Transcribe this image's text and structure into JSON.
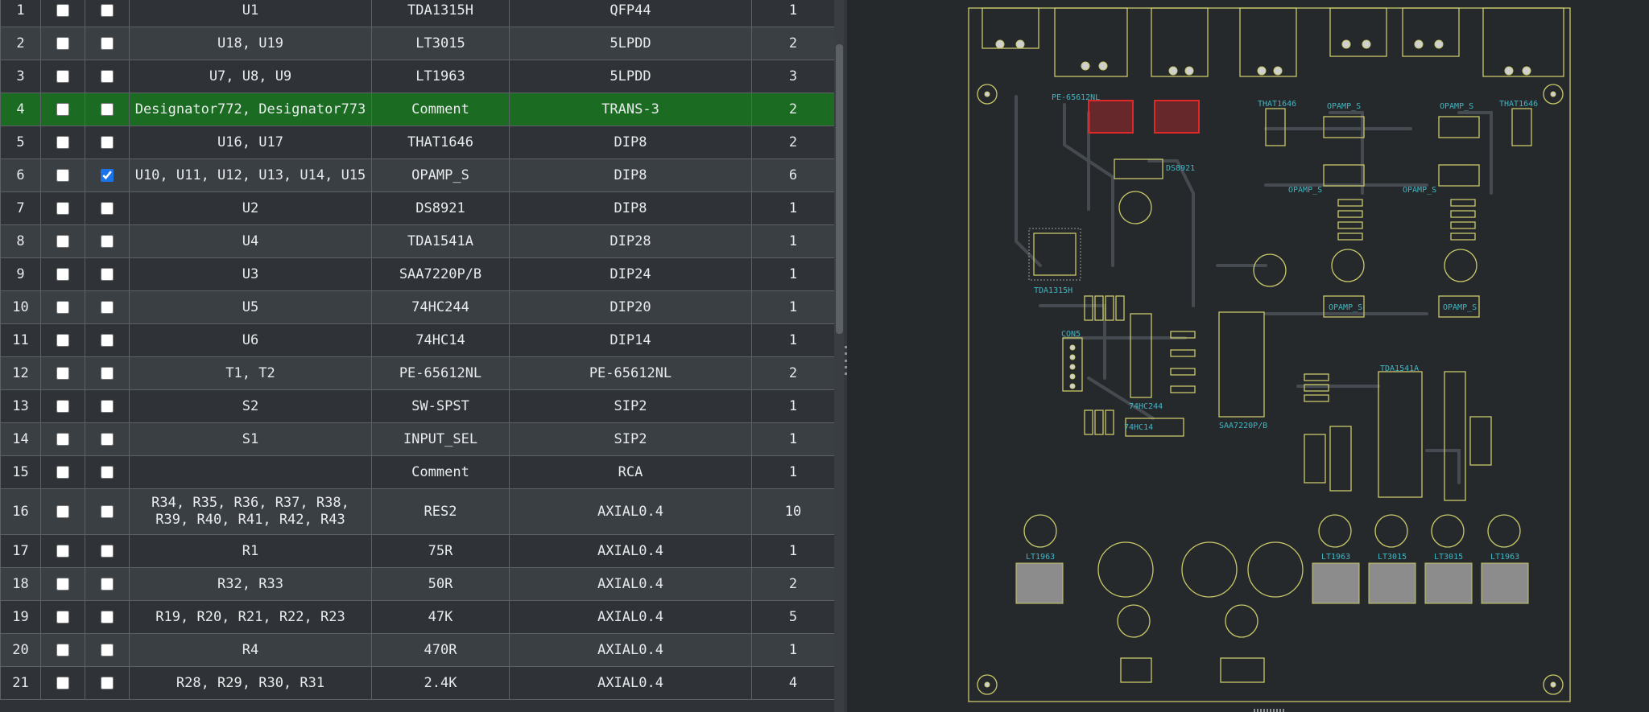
{
  "bom_table": {
    "rows": [
      {
        "id": "1",
        "designators": "U1",
        "comment": "TDA1315H",
        "footprint": "QFP44",
        "quantity": "1",
        "checked_a": false,
        "checked_b": false,
        "highlight": false
      },
      {
        "id": "2",
        "designators": "U18, U19",
        "comment": "LT3015",
        "footprint": "5LPDD",
        "quantity": "2",
        "checked_a": false,
        "checked_b": false,
        "highlight": false
      },
      {
        "id": "3",
        "designators": "U7, U8, U9",
        "comment": "LT1963",
        "footprint": "5LPDD",
        "quantity": "3",
        "checked_a": false,
        "checked_b": false,
        "highlight": false
      },
      {
        "id": "4",
        "designators": "Designator772, Designator773",
        "comment": "Comment",
        "footprint": "TRANS-3",
        "quantity": "2",
        "checked_a": false,
        "checked_b": false,
        "highlight": true
      },
      {
        "id": "5",
        "designators": "U16, U17",
        "comment": "THAT1646",
        "footprint": "DIP8",
        "quantity": "2",
        "checked_a": false,
        "checked_b": false,
        "highlight": false
      },
      {
        "id": "6",
        "designators": "U10, U11, U12, U13, U14, U15",
        "comment": "OPAMP_S",
        "footprint": "DIP8",
        "quantity": "6",
        "checked_a": false,
        "checked_b": true,
        "highlight": false
      },
      {
        "id": "7",
        "designators": "U2",
        "comment": "DS8921",
        "footprint": "DIP8",
        "quantity": "1",
        "checked_a": false,
        "checked_b": false,
        "highlight": false
      },
      {
        "id": "8",
        "designators": "U4",
        "comment": "TDA1541A",
        "footprint": "DIP28",
        "quantity": "1",
        "checked_a": false,
        "checked_b": false,
        "highlight": false
      },
      {
        "id": "9",
        "designators": "U3",
        "comment": "SAA7220P/B",
        "footprint": "DIP24",
        "quantity": "1",
        "checked_a": false,
        "checked_b": false,
        "highlight": false
      },
      {
        "id": "10",
        "designators": "U5",
        "comment": "74HC244",
        "footprint": "DIP20",
        "quantity": "1",
        "checked_a": false,
        "checked_b": false,
        "highlight": false
      },
      {
        "id": "11",
        "designators": "U6",
        "comment": "74HC14",
        "footprint": "DIP14",
        "quantity": "1",
        "checked_a": false,
        "checked_b": false,
        "highlight": false
      },
      {
        "id": "12",
        "designators": "T1, T2",
        "comment": "PE-65612NL",
        "footprint": "PE-65612NL",
        "quantity": "2",
        "checked_a": false,
        "checked_b": false,
        "highlight": false
      },
      {
        "id": "13",
        "designators": "S2",
        "comment": "SW-SPST",
        "footprint": "SIP2",
        "quantity": "1",
        "checked_a": false,
        "checked_b": false,
        "highlight": false
      },
      {
        "id": "14",
        "designators": "S1",
        "comment": "INPUT_SEL",
        "footprint": "SIP2",
        "quantity": "1",
        "checked_a": false,
        "checked_b": false,
        "highlight": false
      },
      {
        "id": "15",
        "designators": "",
        "comment": "Comment",
        "footprint": "RCA",
        "quantity": "1",
        "checked_a": false,
        "checked_b": false,
        "highlight": false
      },
      {
        "id": "16",
        "designators": "R34, R35, R36, R37, R38, R39, R40, R41, R42, R43",
        "comment": "RES2",
        "footprint": "AXIAL0.4",
        "quantity": "10",
        "checked_a": false,
        "checked_b": false,
        "highlight": false,
        "tall": true
      },
      {
        "id": "17",
        "designators": "R1",
        "comment": "75R",
        "footprint": "AXIAL0.4",
        "quantity": "1",
        "checked_a": false,
        "checked_b": false,
        "highlight": false
      },
      {
        "id": "18",
        "designators": "R32, R33",
        "comment": "50R",
        "footprint": "AXIAL0.4",
        "quantity": "2",
        "checked_a": false,
        "checked_b": false,
        "highlight": false
      },
      {
        "id": "19",
        "designators": "R19, R20, R21, R22, R23",
        "comment": "47K",
        "footprint": "AXIAL0.4",
        "quantity": "5",
        "checked_a": false,
        "checked_b": false,
        "highlight": false
      },
      {
        "id": "20",
        "designators": "R4",
        "comment": "470R",
        "footprint": "AXIAL0.4",
        "quantity": "1",
        "checked_a": false,
        "checked_b": false,
        "highlight": false
      },
      {
        "id": "21",
        "designators": "R28, R29, R30, R31",
        "comment": "2.4K",
        "footprint": "AXIAL0.4",
        "quantity": "4",
        "checked_a": false,
        "checked_b": false,
        "highlight": false
      }
    ]
  },
  "pcb_view": {
    "labels": {
      "pe1": "PE-65612NL",
      "that_l": "THAT1646",
      "that_r": "THAT1646",
      "opamp_tl": "OPAMP_S",
      "opamp_tr": "OPAMP_S",
      "opamp_ml": "OPAMP_S",
      "opamp_mr": "OPAMP_S",
      "opamp_bl": "OPAMP_S",
      "opamp_br": "OPAMP_S",
      "ds8921": "DS8921",
      "tda1315h": "TDA1315H",
      "con5": "CON5",
      "hc244": "74HC244",
      "hc14": "74HC14",
      "saa7220": "SAA7220P/B",
      "tda1541a": "TDA1541A",
      "lt1963_a": "LT1963",
      "lt1963_b": "LT1963",
      "lt3015_a": "LT3015",
      "lt3015_b": "LT3015",
      "lt1963_c": "LT1963"
    },
    "colors": {
      "board_bg": "#25292c",
      "silkscreen": "#c9c96a",
      "label": "#3fb6c4",
      "selected": "#e02828",
      "trace": "#4a5055",
      "pad": "#d4d4d4"
    }
  }
}
